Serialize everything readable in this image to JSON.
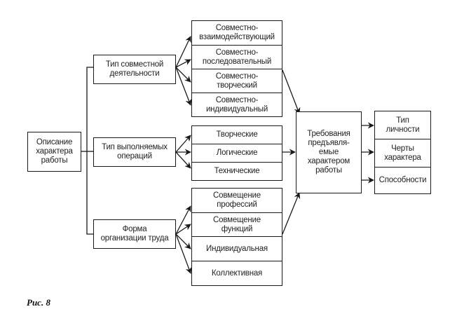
{
  "diagram": {
    "root": "Описание\nхарактера\nработы",
    "groups": [
      {
        "label": "Тип совместной\nдеятельности",
        "items": [
          "Совместно-\nвзаимодействующий",
          "Совместно-\nпоследовательный",
          "Совместно-\nтворческий",
          "Совместно-\nиндивидуальный"
        ]
      },
      {
        "label": "Тип выполняемых\nопераций",
        "items": [
          "Творческие",
          "Логические",
          "Технические"
        ]
      },
      {
        "label": "Форма\nорганизации труда",
        "items": [
          "Совмещение\nпрофессий",
          "Совмещение\nфункций",
          "Индивидуальная",
          "Коллективная"
        ]
      }
    ],
    "requirements": "Требования\nпредъявля-\nемые\nхарактером\nработы",
    "outcomes": [
      "Тип\nличности",
      "Черты\nхарактера",
      "Способности"
    ]
  },
  "caption": "Рис. 8",
  "colors": {
    "line": "#1a1a1a",
    "text": "#222222"
  }
}
